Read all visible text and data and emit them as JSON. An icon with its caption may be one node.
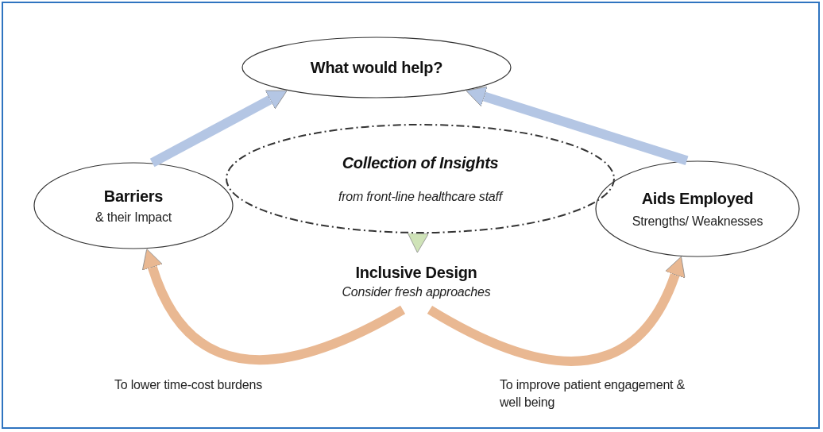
{
  "diagram": {
    "nodes": [
      {
        "text": [
          "What would help?"
        ]
      },
      {
        "text": [
          "Collection of Insights",
          "from front-line healthcare staff"
        ]
      },
      {
        "text": [
          "Barriers",
          "& their Impact"
        ]
      },
      {
        "text": [
          "Aids Employed",
          "Strengths/ Weaknesses"
        ]
      },
      {
        "text": [
          "Inclusive Design",
          "Consider fresh approaches"
        ]
      }
    ],
    "edges": [
      {
        "from": 2,
        "to": 0,
        "arrow": "to",
        "color": "#b4c6e4"
      },
      {
        "from": 3,
        "to": 0,
        "arrow": "to",
        "color": "#b4c6e4"
      },
      {
        "from": 1,
        "to": 4,
        "arrow": "to",
        "color": "#cfe3b8"
      },
      {
        "from": 4,
        "to": 2,
        "arrow": "to",
        "color": "#e9b892"
      },
      {
        "from": 4,
        "to": 3,
        "arrow": "to",
        "color": "#e9b892"
      }
    ],
    "labels": [
      "To lower time-cost burdens",
      "To improve patient engagement & well being"
    ]
  }
}
